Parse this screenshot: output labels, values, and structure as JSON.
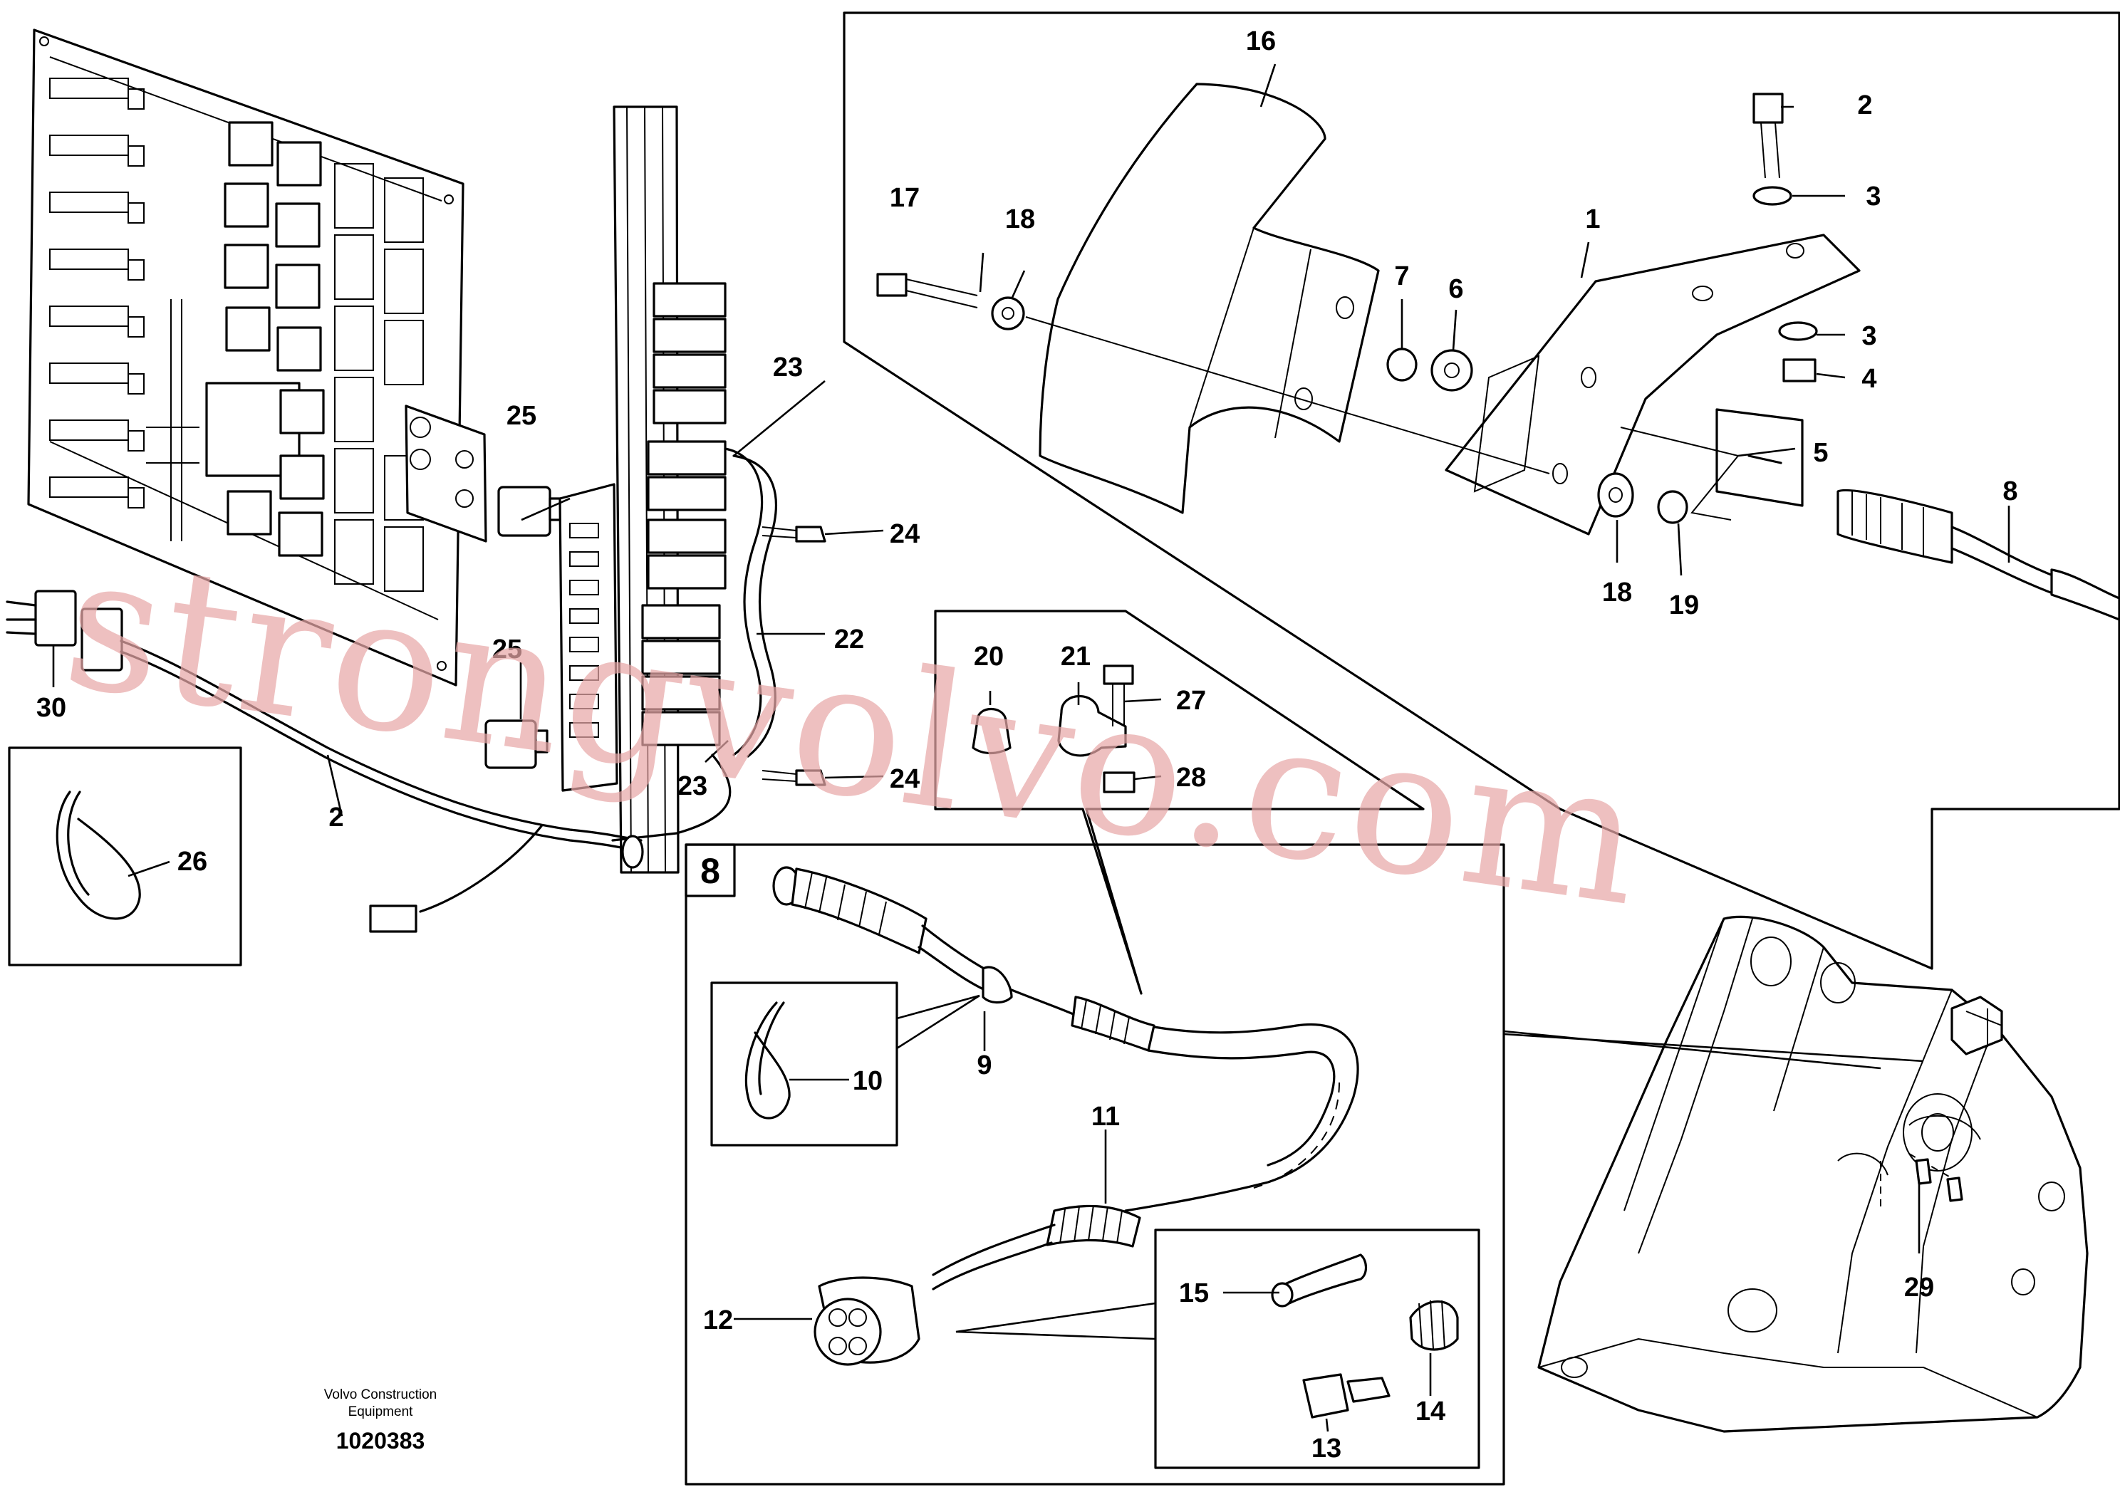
{
  "callouts": [
    {
      "label": "1"
    },
    {
      "label": "2"
    },
    {
      "label": "3"
    },
    {
      "label": "3"
    },
    {
      "label": "4"
    },
    {
      "label": "5"
    },
    {
      "label": "6"
    },
    {
      "label": "7"
    },
    {
      "label": "8"
    },
    {
      "label": "9"
    },
    {
      "label": "10"
    },
    {
      "label": "11"
    },
    {
      "label": "12"
    },
    {
      "label": "13"
    },
    {
      "label": "14"
    },
    {
      "label": "15"
    },
    {
      "label": "16"
    },
    {
      "label": "17"
    },
    {
      "label": "18"
    },
    {
      "label": "18"
    },
    {
      "label": "19"
    },
    {
      "label": "20"
    },
    {
      "label": "21"
    },
    {
      "label": "22"
    },
    {
      "label": "23"
    },
    {
      "label": "23"
    },
    {
      "label": "24"
    },
    {
      "label": "24"
    },
    {
      "label": "25"
    },
    {
      "label": "25"
    },
    {
      "label": "26"
    },
    {
      "label": "27"
    },
    {
      "label": "28"
    },
    {
      "label": "29"
    },
    {
      "label": "30"
    },
    {
      "label": "2"
    }
  ],
  "section_label": "8",
  "footer": {
    "company_line1": "Volvo Construction",
    "company_line2": "Equipment",
    "drawing_number": "1020383"
  },
  "watermark": "strongvolvo.com"
}
